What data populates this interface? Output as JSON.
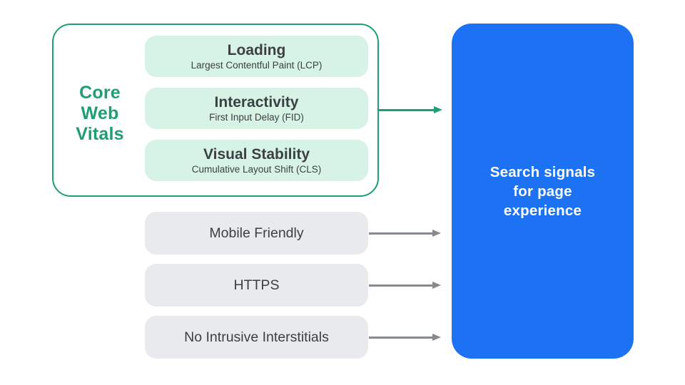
{
  "colors": {
    "green": "#1e9e73",
    "green_light": "#d7f3e6",
    "blue": "#1d72f3",
    "gray_card": "#e8eaed",
    "arrow_gray": "#848a90",
    "text_dark": "#3c4043"
  },
  "core_web_vitals": {
    "label": "Core\nWeb\nVitals",
    "cards": [
      {
        "title": "Loading",
        "subtitle": "Largest Contentful Paint (LCP)"
      },
      {
        "title": "Interactivity",
        "subtitle": "First Input Delay (FID)"
      },
      {
        "title": "Visual Stability",
        "subtitle": "Cumulative Layout Shift (CLS)"
      }
    ]
  },
  "other_signals": [
    {
      "label": "Mobile Friendly"
    },
    {
      "label": "HTTPS"
    },
    {
      "label": "No Intrusive Interstitials"
    }
  ],
  "result": {
    "label": "Search signals\nfor page\nexperience"
  }
}
